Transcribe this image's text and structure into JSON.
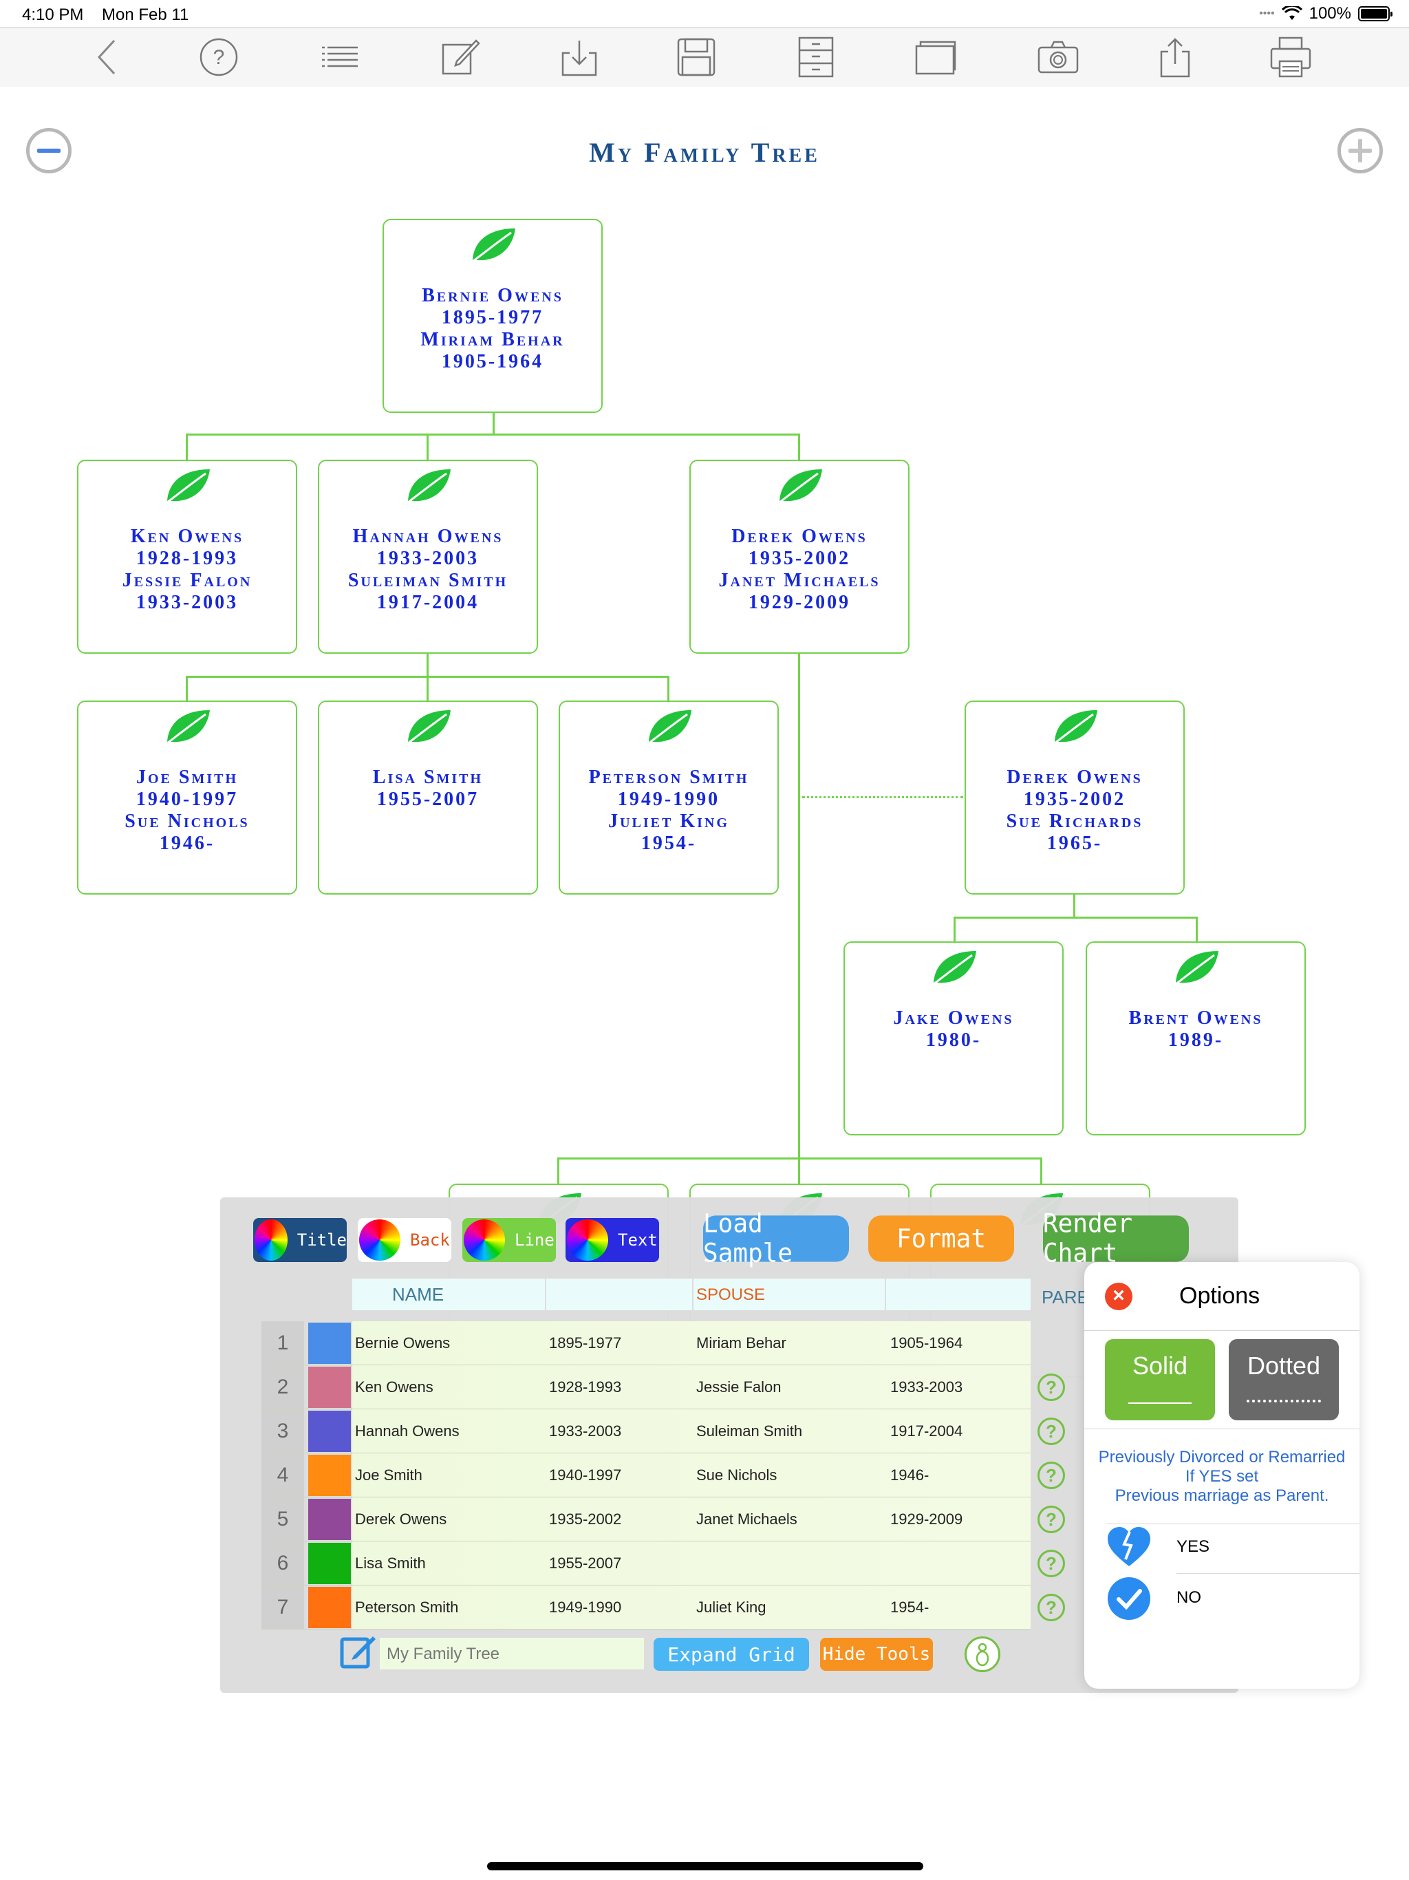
{
  "status_bar": {
    "time": "4:10 PM",
    "date": "Mon Feb 11",
    "battery": "100%"
  },
  "toolbar": {
    "icons": [
      "back-icon",
      "help-icon",
      "list-icon",
      "edit-icon",
      "download-icon",
      "save-icon",
      "cabinet-icon",
      "window-icon",
      "camera-icon",
      "share-icon",
      "print-icon"
    ]
  },
  "chart": {
    "title": "My Family Tree",
    "people": [
      {
        "lines": [
          "Bernie Owens",
          "1895-1977",
          "Miriam Behar",
          "1905-1964"
        ]
      },
      {
        "lines": [
          "Ken Owens",
          "1928-1993",
          "Jessie Falon",
          "1933-2003"
        ]
      },
      {
        "lines": [
          "Hannah Owens",
          "1933-2003",
          "Suleiman Smith",
          "1917-2004"
        ]
      },
      {
        "lines": [
          "Derek Owens",
          "1935-2002",
          "Janet Michaels",
          "1929-2009"
        ]
      },
      {
        "lines": [
          "Joe Smith",
          "1940-1997",
          "Sue Nichols",
          "1946-"
        ]
      },
      {
        "lines": [
          "Lisa Smith",
          "1955-2007"
        ]
      },
      {
        "lines": [
          "Peterson Smith",
          "1949-1990",
          "Juliet King",
          "1954-"
        ]
      },
      {
        "lines": [
          "Derek Owens",
          "1935-2002",
          "Sue Richards",
          "1965-"
        ]
      },
      {
        "lines": [
          "Jake Owens",
          "1980-"
        ]
      },
      {
        "lines": [
          "Brent Owens",
          "1989-"
        ]
      }
    ]
  },
  "tools": {
    "color_buttons": [
      {
        "label": "Title",
        "bg": "#1f4e80"
      },
      {
        "label": "Back",
        "bg": "#ffffff",
        "fg": "#e0501a"
      },
      {
        "label": "Line",
        "bg": "#78d044"
      },
      {
        "label": "Text",
        "bg": "#2a2ae0"
      }
    ],
    "load_sample": "Load Sample",
    "format": "Format",
    "render_chart": "Render Chart",
    "grid_headers": {
      "name": "NAME",
      "spouse": "SPOUSE",
      "parent": "PARE"
    },
    "rows": [
      {
        "num": "1",
        "color": "#4a8de8",
        "name": "Bernie Owens",
        "dates": "1895-1977",
        "spouse": "Miriam Behar",
        "spouse_dates": "1905-1964",
        "help": ""
      },
      {
        "num": "2",
        "color": "#d0708a",
        "name": "Ken Owens",
        "dates": "1928-1993",
        "spouse": "Jessie Falon",
        "spouse_dates": "1933-2003",
        "help": "?"
      },
      {
        "num": "3",
        "color": "#5a58d0",
        "name": "Hannah Owens",
        "dates": "1933-2003",
        "spouse": "Suleiman Smith",
        "spouse_dates": "1917-2004",
        "help": "?"
      },
      {
        "num": "4",
        "color": "#ff8c10",
        "name": "Joe Smith",
        "dates": "1940-1997",
        "spouse": "Sue Nichols",
        "spouse_dates": "1946-",
        "help": "?"
      },
      {
        "num": "5",
        "color": "#924898",
        "name": "Derek Owens",
        "dates": "1935-2002",
        "spouse": "Janet Michaels",
        "spouse_dates": "1929-2009",
        "help": "?"
      },
      {
        "num": "6",
        "color": "#10b010",
        "name": "Lisa Smith",
        "dates": "1955-2007",
        "spouse": "",
        "spouse_dates": "",
        "help": "?"
      },
      {
        "num": "7",
        "color": "#ff7010",
        "name": "Peterson Smith",
        "dates": "1949-1990",
        "spouse": "Juliet King",
        "spouse_dates": "1954-",
        "help": "?"
      }
    ],
    "title_placeholder": "My Family Tree",
    "expand_grid": "Expand Grid",
    "hide_tools": "Hide Tools"
  },
  "options": {
    "title": "Options",
    "solid": "Solid",
    "dotted": "Dotted",
    "info_line1": "Previously Divorced or Remarried",
    "info_line2": "If YES set",
    "info_line3": "Previous marriage as Parent.",
    "yes": "YES",
    "no": "NO"
  }
}
